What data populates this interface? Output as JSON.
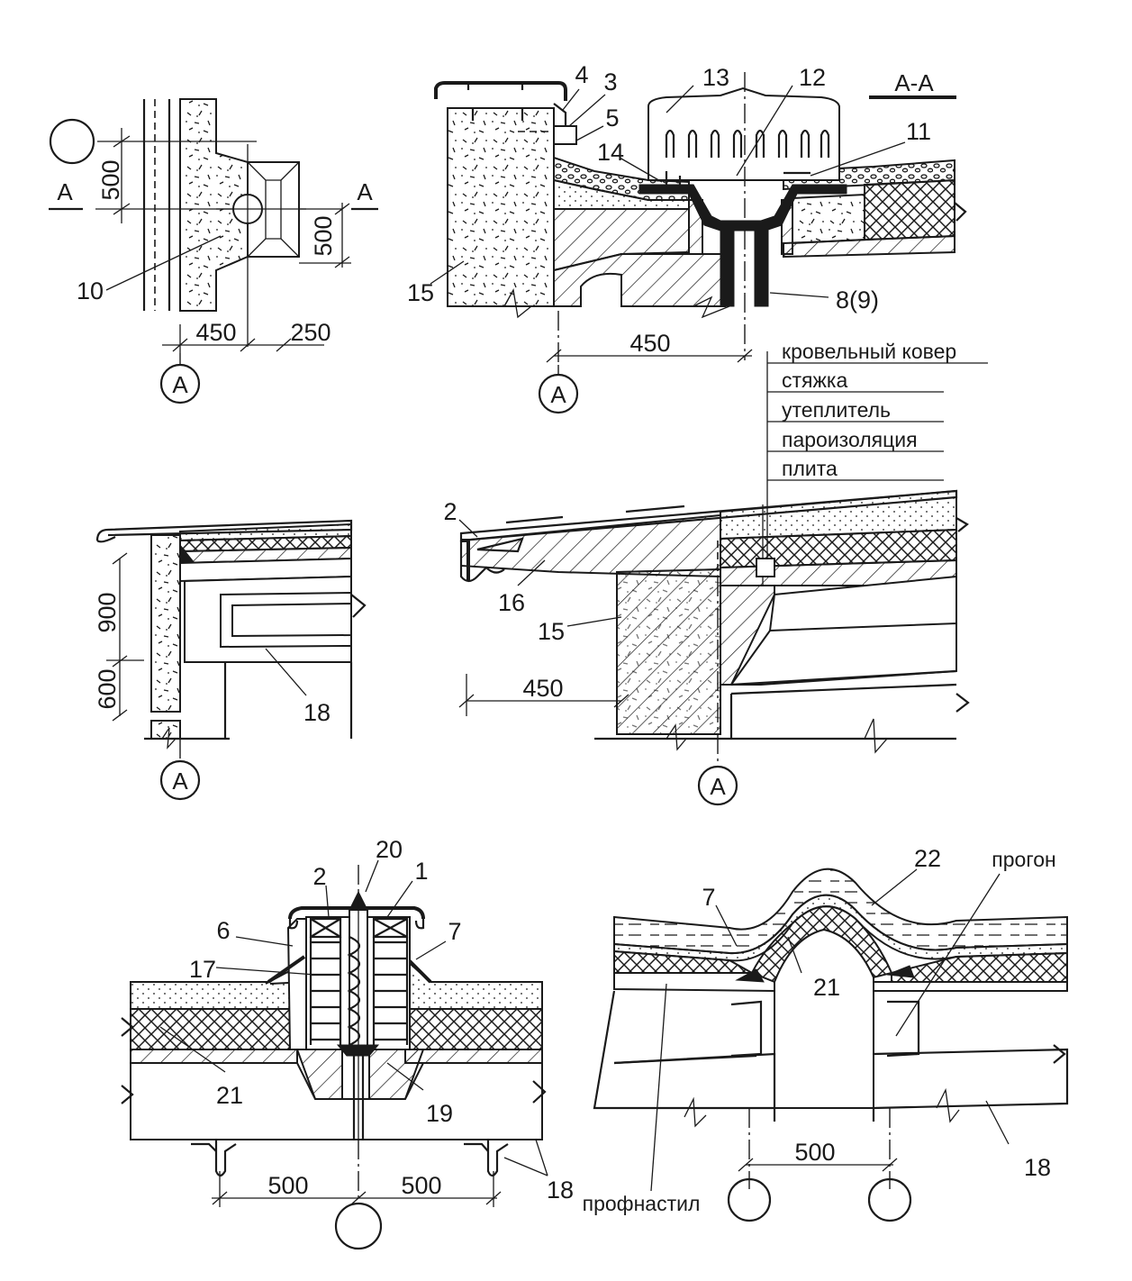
{
  "section_label": "А-А",
  "cut_marker": "А",
  "axis_label": "А",
  "layers": [
    "кровельный ковер",
    "стяжка",
    "утеплитель",
    "пароизоляция",
    "плита"
  ],
  "captions": {
    "purlin": "прогон",
    "deck": "профнастил"
  },
  "callouts": {
    "plan_drain": "10",
    "funnel_cap": "4",
    "funnel_clamp": "3",
    "funnel_bolt": "5",
    "dome_grate": "13",
    "bowl": "12",
    "flange": "11",
    "collar": "14",
    "wall": "15",
    "pipe": "8(9)",
    "eave_edge": "2",
    "eave_slab": "16",
    "eave_wall": "15",
    "eave_beam": "18",
    "joint_cap": "2",
    "joint_rod": "20",
    "joint_bolt": "1",
    "joint_apron": "6",
    "joint_flash": "7",
    "joint_filler": "17",
    "joint_ins": "21",
    "joint_seal": "19",
    "joint_beam": "18",
    "arch_flash": "7",
    "arch_cover": "22",
    "arch_ins": "21",
    "arch_beam": "18"
  },
  "dimensions": {
    "plan_top": "500",
    "plan_right": "500",
    "plan_w1": "450",
    "plan_w2": "250",
    "section_offset": "450",
    "eave_h1": "900",
    "eave_h2": "600",
    "eave_offset": "450",
    "joint_left": "500",
    "joint_right": "500",
    "arch_span": "500"
  }
}
